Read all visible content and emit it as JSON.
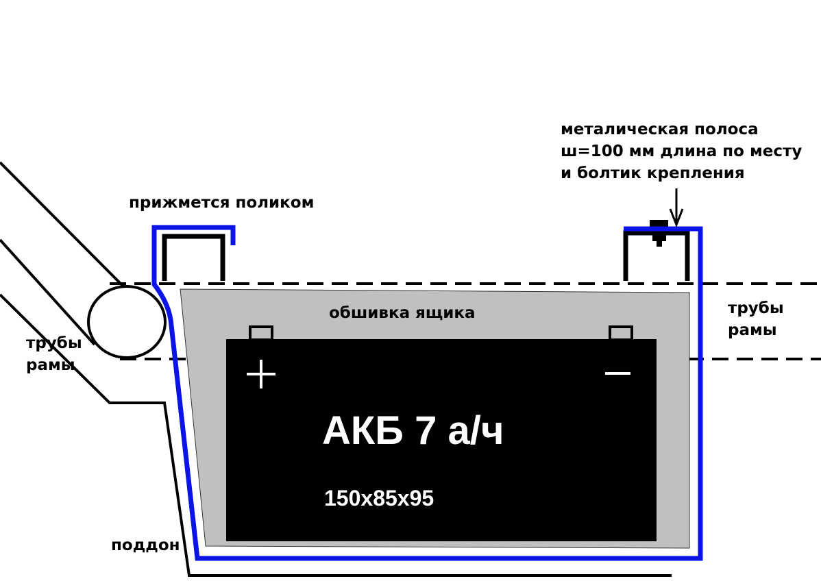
{
  "labels": {
    "press": "прижмется поликом",
    "strip": [
      "металическая полоса",
      "ш=100 мм длина по месту",
      "и болтик крепления"
    ],
    "lining": "обшивка ящика",
    "pipes_left": [
      "трубы",
      "рамы"
    ],
    "pipes_right": [
      "трубы",
      "рамы"
    ],
    "tray": "поддон"
  },
  "battery": {
    "title": "АКБ 7 а/ч",
    "dimensions": "150x85x95",
    "plus": "+",
    "minus": "−"
  },
  "colors": {
    "blue": "#0a14e6",
    "gray": "#c0c0c0",
    "black": "#000000"
  }
}
